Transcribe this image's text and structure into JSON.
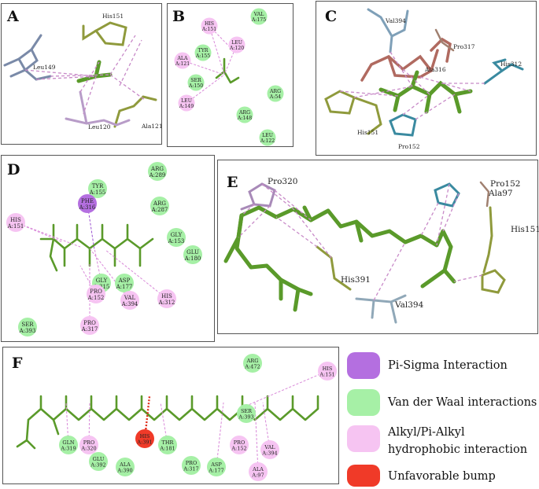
{
  "panels": {
    "A": {
      "label": "A",
      "residues": [
        "His151",
        "Leu149",
        "Leu120",
        "Ala121"
      ]
    },
    "B": {
      "label": "B",
      "nodes": [
        {
          "name": "VAL",
          "id": "A:175",
          "type": "vdw"
        },
        {
          "name": "HIS",
          "id": "A:151",
          "type": "alkyl"
        },
        {
          "name": "TYR",
          "id": "A:155",
          "type": "vdw"
        },
        {
          "name": "LEU",
          "id": "A:120",
          "type": "alkyl"
        },
        {
          "name": "ALA",
          "id": "A:121",
          "type": "alkyl"
        },
        {
          "name": "SER",
          "id": "A:150",
          "type": "vdw"
        },
        {
          "name": "ARG",
          "id": "A:54",
          "type": "vdw"
        },
        {
          "name": "LEU",
          "id": "A:149",
          "type": "alkyl"
        },
        {
          "name": "ARG",
          "id": "A:148",
          "type": "vdw"
        },
        {
          "name": "LEU",
          "id": "A:122",
          "type": "vdw"
        }
      ]
    },
    "C": {
      "label": "C",
      "residues": [
        "Val394",
        "Pro317",
        "His312",
        "Ala316",
        "His151",
        "Pro152"
      ]
    },
    "D": {
      "label": "D",
      "nodes": [
        {
          "name": "ARG",
          "id": "A:289",
          "type": "vdw"
        },
        {
          "name": "TYR",
          "id": "A:155",
          "type": "vdw"
        },
        {
          "name": "PHE",
          "id": "A:316",
          "type": "pisigma"
        },
        {
          "name": "ARG",
          "id": "A:287",
          "type": "vdw"
        },
        {
          "name": "HIS",
          "id": "A:151",
          "type": "alkyl"
        },
        {
          "name": "GLY",
          "id": "A:153",
          "type": "vdw"
        },
        {
          "name": "GLU",
          "id": "A:180",
          "type": "vdw"
        },
        {
          "name": "GLY",
          "id": "A:315",
          "type": "vdw"
        },
        {
          "name": "ASP",
          "id": "A:177",
          "type": "vdw"
        },
        {
          "name": "PRO",
          "id": "A:152",
          "type": "alkyl"
        },
        {
          "name": "VAL",
          "id": "A:394",
          "type": "alkyl"
        },
        {
          "name": "HIS",
          "id": "A:312",
          "type": "alkyl"
        },
        {
          "name": "SER",
          "id": "A:393",
          "type": "vdw"
        },
        {
          "name": "PRO",
          "id": "A:317",
          "type": "alkyl"
        }
      ]
    },
    "E": {
      "label": "E",
      "residues": [
        "Pro320",
        "Pro152",
        "Ala97",
        "His151",
        "His391",
        "Val394"
      ]
    },
    "F": {
      "label": "F",
      "nodes": [
        {
          "name": "ARG",
          "id": "A:472",
          "type": "vdw"
        },
        {
          "name": "HIS",
          "id": "A:151",
          "type": "alkyl"
        },
        {
          "name": "SER",
          "id": "A:393",
          "type": "vdw"
        },
        {
          "name": "HIS",
          "id": "A:391",
          "type": "bump"
        },
        {
          "name": "GLN",
          "id": "A:319",
          "type": "vdw"
        },
        {
          "name": "PRO",
          "id": "A:320",
          "type": "alkyl"
        },
        {
          "name": "THR",
          "id": "A:181",
          "type": "vdw"
        },
        {
          "name": "PRO",
          "id": "A:152",
          "type": "alkyl"
        },
        {
          "name": "VAL",
          "id": "A:394",
          "type": "alkyl"
        },
        {
          "name": "GLU",
          "id": "A:392",
          "type": "vdw"
        },
        {
          "name": "ALA",
          "id": "A:390",
          "type": "vdw"
        },
        {
          "name": "PRO",
          "id": "A:317",
          "type": "vdw"
        },
        {
          "name": "ASP",
          "id": "A:177",
          "type": "vdw"
        },
        {
          "name": "ALA",
          "id": "A:97",
          "type": "alkyl"
        }
      ]
    }
  },
  "legend": [
    {
      "label": "Pi-Sigma Interaction",
      "color": "#b46fe0"
    },
    {
      "label": "Van der Waal interactions",
      "color": "#a6f0a6"
    },
    {
      "label": "Alkyl/Pi-Alkyl hydrophobic interaction",
      "color": "#f6c4f2"
    },
    {
      "label": "Unfavorable bump",
      "color": "#f03a28"
    }
  ],
  "colors": {
    "vdw": "#a6f0a6",
    "alkyl": "#f6c4f2",
    "pisigma": "#b46fe0",
    "bump": "#f03a28",
    "ligand": "#5a9a2a",
    "dash": "#d98ad9"
  }
}
